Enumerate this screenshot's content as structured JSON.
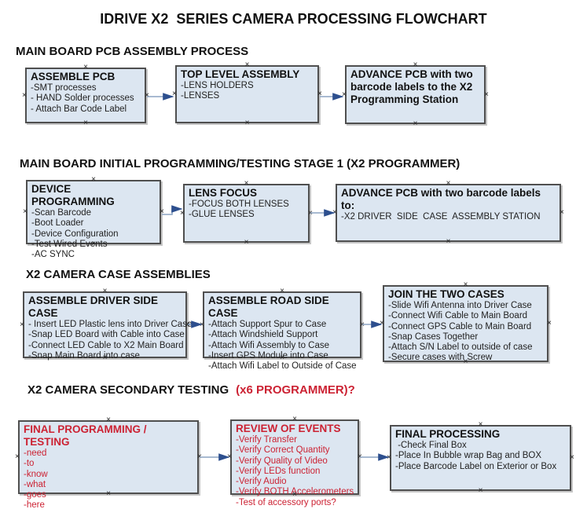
{
  "page_title": "IDRIVE X2  SERIES CAMERA PROCESSING FLOWCHART",
  "handle_glyph": "×",
  "colors": {
    "box_fill": "#dce6f1",
    "box_border": "#4f4f4f",
    "arrow_line": "#8ba3c2",
    "arrow_head": "#2d4f8e",
    "red_text": "#cc2233",
    "black_text": "#111111"
  },
  "sections": [
    {
      "heading": "MAIN BOARD PCB ASSEMBLY PROCESS",
      "boxes": [
        {
          "title": "ASSEMBLE PCB",
          "lines": [
            "-SMT processes",
            "- HAND Solder processes",
            "- Attach Bar Code Label"
          ]
        },
        {
          "title": "TOP LEVEL ASSEMBLY",
          "lines": [
            "-LENS HOLDERS",
            "-LENSES"
          ]
        },
        {
          "title": "ADVANCE PCB with two barcode labels to the X2 Programming Station",
          "lines": []
        }
      ]
    },
    {
      "heading": "MAIN BOARD INITIAL PROGRAMMING/TESTING STAGE 1 (X2 PROGRAMMER)",
      "boxes": [
        {
          "title": "DEVICE PROGRAMMING",
          "lines": [
            "-Scan Barcode",
            "-Boot Loader",
            "-Device Configuration",
            "-Test Wired Events",
            "-AC SYNC"
          ]
        },
        {
          "title": "LENS FOCUS",
          "lines": [
            "-FOCUS BOTH LENSES",
            "-GLUE LENSES"
          ]
        },
        {
          "title": "ADVANCE PCB with two barcode labels to:",
          "lines": [
            "-X2 DRIVER  SIDE  CASE  ASSEMBLY STATION"
          ]
        }
      ]
    },
    {
      "heading": "X2 CAMERA CASE ASSEMBLIES",
      "boxes": [
        {
          "title": "ASSEMBLE DRIVER SIDE CASE",
          "lines": [
            "- Insert LED Plastic lens into Driver Case",
            "-Snap LED Board with Cable into Case",
            "-Connect LED Cable to X2 Main Board",
            "-Snap Main Board into case"
          ]
        },
        {
          "title": "ASSEMBLE ROAD SIDE CASE",
          "lines": [
            "-Attach Support Spur to Case",
            "-Attach Windshield Support",
            "-Attach Wifi Assembly to Case",
            "-Insert GPS Module into Case",
            "-Attach Wifi Label to Outside of Case"
          ]
        },
        {
          "title": "JOIN THE TWO CASES",
          "lines": [
            "-Slide Wifi Antenna into Driver Case",
            "-Connect Wifi Cable to Main Board",
            "-Connect GPS Cable to Main Board",
            "-Snap Cases Together",
            "-Attach S/N Label to outside of case",
            "-Secure cases with Screw"
          ]
        }
      ]
    },
    {
      "heading": "X2 CAMERA SECONDARY TESTING",
      "heading_red": "(x6 PROGRAMMER)?",
      "boxes": [
        {
          "title": "FINAL PROGRAMMING / TESTING",
          "lines": [
            "-need",
            "-to",
            "-know",
            "-what",
            "-goes",
            "-here"
          ]
        },
        {
          "title": "REVIEW OF EVENTS",
          "lines": [
            "-Verify Transfer",
            "-Verify Correct Quantity",
            "-Verify Quality of Video",
            "-Verify LEDs function",
            "-Verify Audio",
            "-Verify BOTH Accelerometers",
            "-Test of accessory ports?"
          ]
        },
        {
          "title": "FINAL PROCESSING",
          "lines": [
            " -Check Final Box",
            "-Place In Bubble wrap Bag and BOX",
            "-Place Barcode Label on Exterior or Box"
          ]
        }
      ]
    }
  ]
}
